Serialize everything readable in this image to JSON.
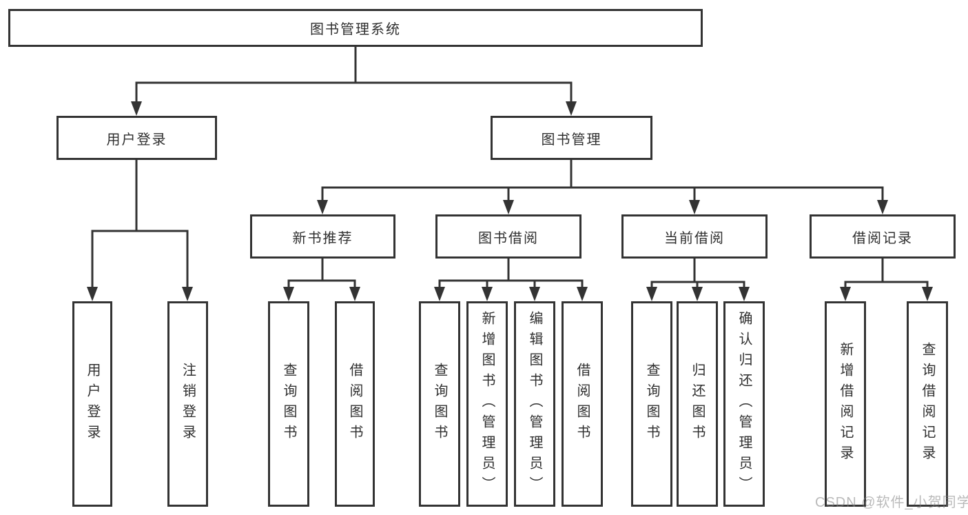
{
  "diagram": {
    "root": "图书管理系统",
    "level2": [
      "用户登录",
      "图书管理"
    ],
    "level3": [
      "新书推荐",
      "图书借阅",
      "当前借阅",
      "借阅记录"
    ],
    "leaves": {
      "user_login": [
        "用户登录",
        "注销登录"
      ],
      "new_book_recommend": [
        "查询图书",
        "借阅图书"
      ],
      "book_borrow": [
        "查询图书",
        "新增图书（管理员）",
        "编辑图书（管理员）",
        "借阅图书"
      ],
      "current_borrow": [
        "查询图书",
        "归还图书",
        "确认归还（管理员）"
      ],
      "borrow_record": [
        "新增借阅记录",
        "查询借阅记录"
      ]
    },
    "watermark": "CSDN @软件_小贺同学",
    "colors": {
      "line": "#333333",
      "text": "#2f2f2f",
      "box_bg": "#ffffff",
      "watermark": "#a9a9a9"
    }
  }
}
